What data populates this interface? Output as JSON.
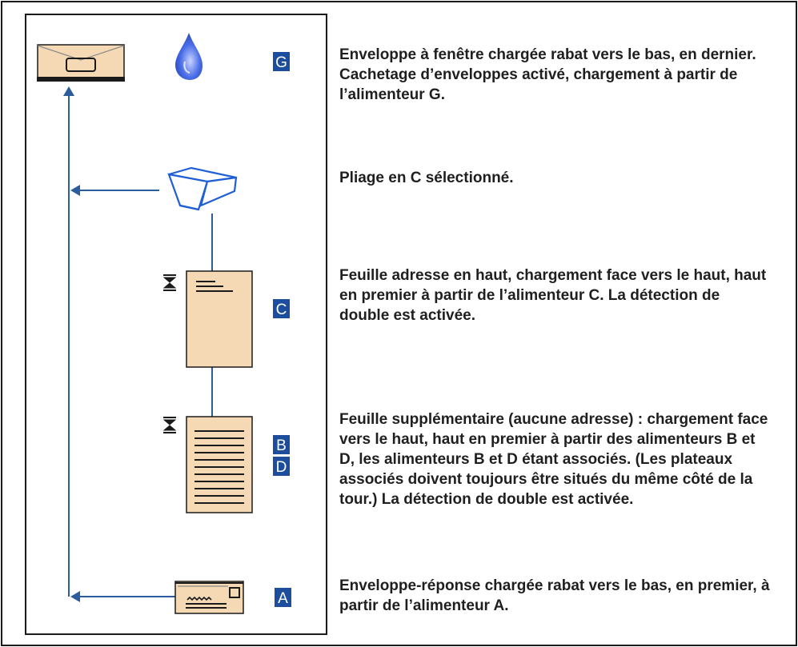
{
  "colors": {
    "flow_line": "#2b5c9c",
    "paper_fill": "#f5d9b5",
    "tray_badge": "#1d4e9e",
    "fold_outline": "#1f5fd6",
    "seal_drop": "#2a4fd0"
  },
  "steps": [
    {
      "id": "window-envelope",
      "icon": "window-envelope-icon",
      "trays": [
        "G"
      ],
      "caption": "Enveloppe à fenêtre chargée rabat vers le bas, en dernier. Cachetage d’enveloppes activé, chargement à partir de l’alimenteur G."
    },
    {
      "id": "c-fold",
      "icon": "c-fold-icon",
      "trays": [],
      "caption": "Pliage en C sélectionné."
    },
    {
      "id": "address-sheet",
      "icon": "address-sheet-icon",
      "trays": [
        "C"
      ],
      "caption": "Feuille adresse en haut, chargement face vers le haut, haut en premier à partir de l’alimenteur C. La détection de double est activée."
    },
    {
      "id": "extra-sheet",
      "icon": "extra-sheet-icon",
      "trays": [
        "B",
        "D"
      ],
      "caption": "Feuille supplémentaire (aucune adresse) : chargement face vers le haut, haut en premier à partir des alimenteurs B et D, les alimenteurs B et D étant associés. (Les plateaux associés doivent toujours être situés du même côté de la tour.) La détection de double est activée."
    },
    {
      "id": "reply-envelope",
      "icon": "reply-envelope-icon",
      "trays": [
        "A"
      ],
      "caption": "Enveloppe-réponse chargée rabat vers le bas, en premier, à partir de l’alimenteur A."
    }
  ]
}
